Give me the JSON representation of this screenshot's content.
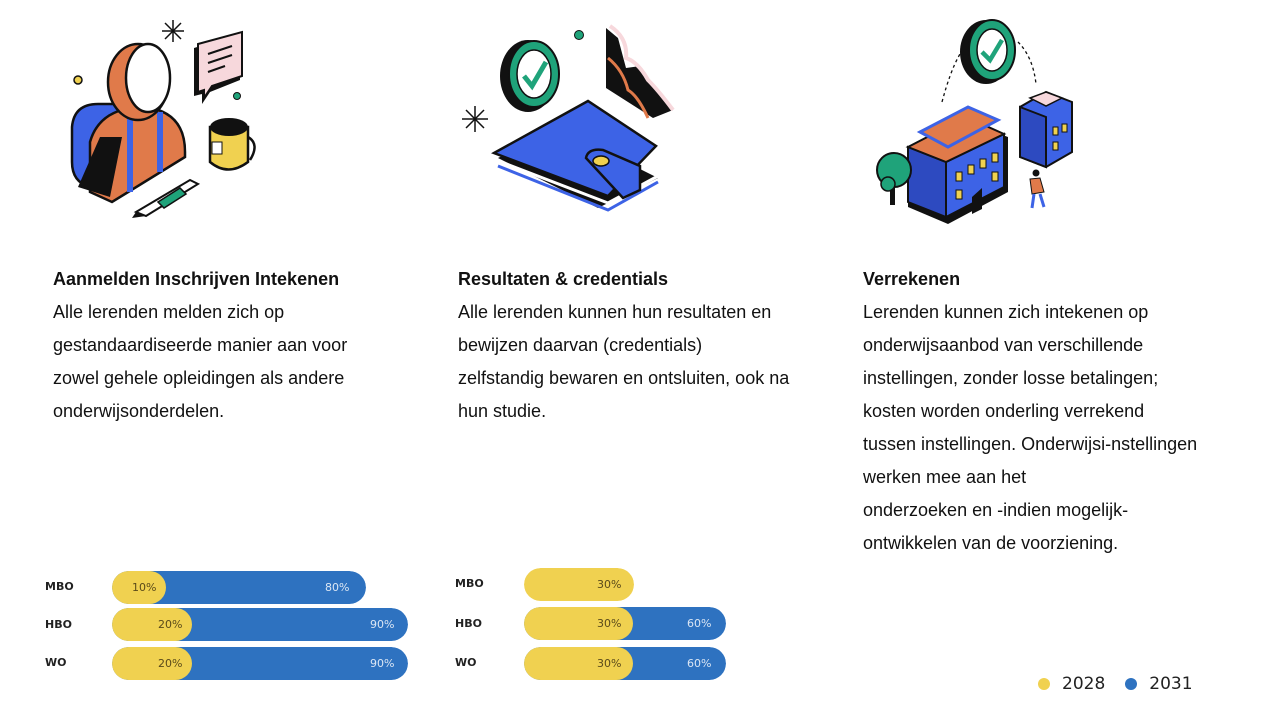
{
  "columns": [
    {
      "title": "Aanmelden Inschrijven Intekenen",
      "body": "Alle lerenden melden zich op\ngestandaardiseerde manier aan voor\nzowel gehele opleidingen als andere\nonderwijsonderdelen.",
      "illustration": "person-backpack-chat-mug-pen-illustration"
    },
    {
      "title": "Resultaten & credentials",
      "body": "Alle lerenden kunnen hun resultaten en\nbewijzen daarvan (credentials)\nzelfstandig bewaren en ontsluiten, ook na\nhun studie.",
      "illustration": "wallet-checkmark-chart-illustration"
    },
    {
      "title": "Verrekenen",
      "body": "Lerenden kunnen zich intekenen op\nonderwijsaanbod van verschillende\ninstellingen, zonder losse betalingen;\nkosten worden onderling verrekend\ntussen instellingen. Onderwijsi-nstellingen\nwerken mee aan het\nonderzoeken en -indien mogelijk-\nontwikkelen van de voorziening.",
      "illustration": "buildings-checkmark-person-illustration"
    }
  ],
  "colors": {
    "y2028": "#f0d150",
    "y2031": "#2e72c0"
  },
  "legend": [
    {
      "label": "2028",
      "color": "#f0d150"
    },
    {
      "label": "2031",
      "color": "#2e72c0"
    }
  ],
  "charts": [
    {
      "rows": [
        {
          "label": "MBO",
          "v2028": "10%",
          "v2031": "80%"
        },
        {
          "label": "HBO",
          "v2028": "20%",
          "v2031": "90%"
        },
        {
          "label": "WO",
          "v2028": "20%",
          "v2031": "90%"
        }
      ]
    },
    {
      "rows": [
        {
          "label": "MBO",
          "v2028": "30%",
          "v2031": ""
        },
        {
          "label": "HBO",
          "v2028": "30%",
          "v2031": "60%"
        },
        {
          "label": "WO",
          "v2028": "30%",
          "v2031": "60%"
        }
      ]
    }
  ],
  "chart_data": [
    {
      "type": "bar",
      "orientation": "horizontal",
      "categories": [
        "MBO",
        "HBO",
        "WO"
      ],
      "series": [
        {
          "name": "2028",
          "values": [
            10,
            20,
            20
          ],
          "color": "#f0d150"
        },
        {
          "name": "2031",
          "values": [
            80,
            90,
            90
          ],
          "color": "#2e72c0"
        }
      ],
      "title": "Aanmelden Inschrijven Intekenen",
      "xlabel": "",
      "ylabel": "",
      "unit": "%",
      "legend": [
        "2028",
        "2031"
      ],
      "legend_position": "bottom-right",
      "grid": false
    },
    {
      "type": "bar",
      "orientation": "horizontal",
      "categories": [
        "MBO",
        "HBO",
        "WO"
      ],
      "series": [
        {
          "name": "2028",
          "values": [
            30,
            30,
            30
          ],
          "color": "#f0d150"
        },
        {
          "name": "2031",
          "values": [
            null,
            60,
            60
          ],
          "color": "#2e72c0"
        }
      ],
      "title": "Resultaten & credentials",
      "xlabel": "",
      "ylabel": "",
      "unit": "%",
      "legend": [
        "2028",
        "2031"
      ],
      "legend_position": "bottom-right",
      "grid": false
    }
  ]
}
